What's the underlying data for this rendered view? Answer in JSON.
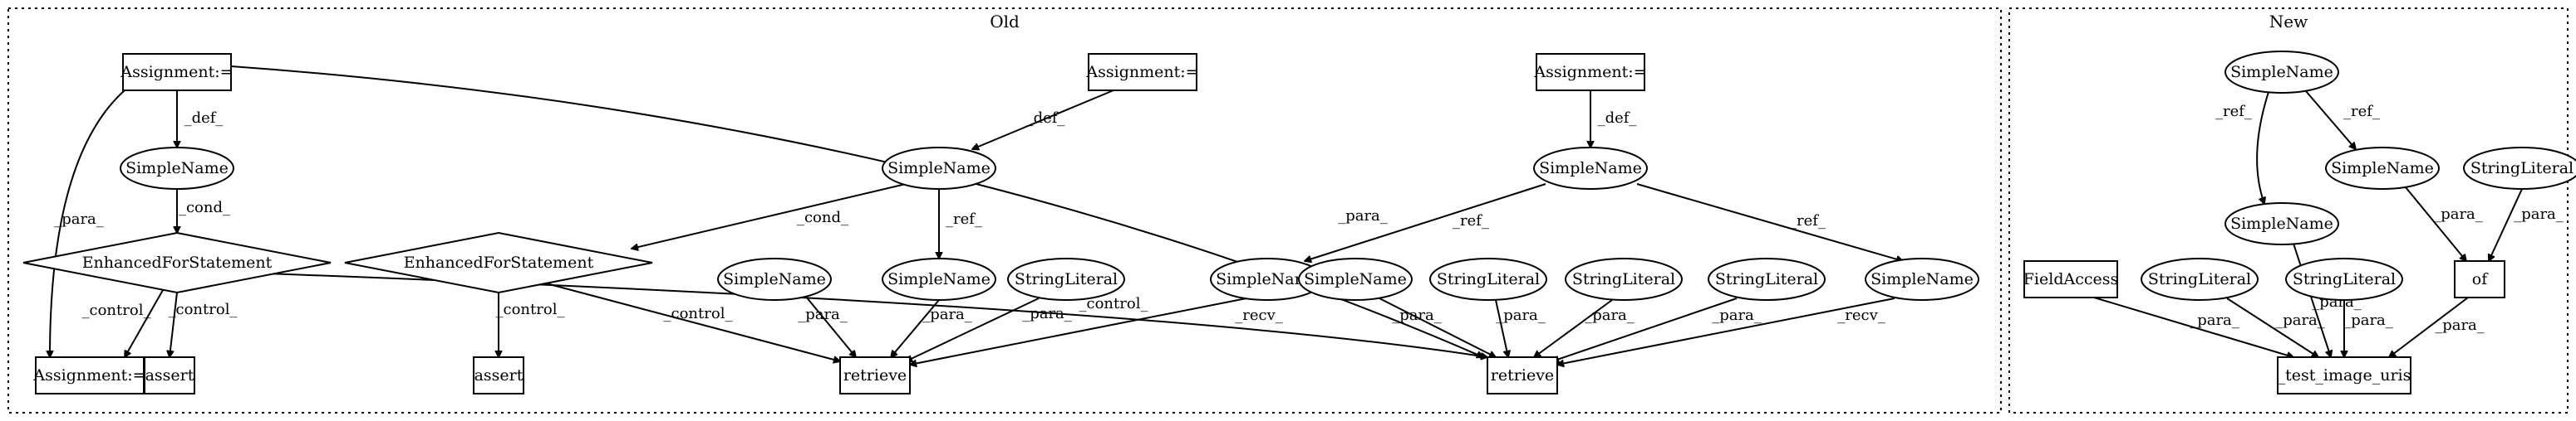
{
  "clusters": [
    {
      "id": "old",
      "label": "Old"
    },
    {
      "id": "new",
      "label": "New"
    }
  ],
  "nodes": [
    {
      "id": "o_assign1",
      "label": "Assignment:=",
      "shape": "box"
    },
    {
      "id": "o_assign2",
      "label": "Assignment:=",
      "shape": "box"
    },
    {
      "id": "o_assign3",
      "label": "Assignment:=",
      "shape": "box"
    },
    {
      "id": "o_sn_a",
      "label": "SimpleName",
      "shape": "ellipse"
    },
    {
      "id": "o_sn_b",
      "label": "SimpleName",
      "shape": "ellipse"
    },
    {
      "id": "o_sn_c",
      "label": "SimpleName",
      "shape": "ellipse"
    },
    {
      "id": "o_for1",
      "label": "EnhancedForStatement",
      "shape": "diamond"
    },
    {
      "id": "o_for2",
      "label": "EnhancedForStatement",
      "shape": "diamond"
    },
    {
      "id": "o_sn_d",
      "label": "SimpleName",
      "shape": "ellipse"
    },
    {
      "id": "o_sn_e",
      "label": "SimpleName",
      "shape": "ellipse"
    },
    {
      "id": "o_str1",
      "label": "StringLiteral",
      "shape": "ellipse"
    },
    {
      "id": "o_sn_f",
      "label": "SimpleName",
      "shape": "ellipse"
    },
    {
      "id": "o_sn_g",
      "label": "SimpleName",
      "shape": "ellipse"
    },
    {
      "id": "o_str2",
      "label": "StringLiteral",
      "shape": "ellipse"
    },
    {
      "id": "o_str3",
      "label": "StringLiteral",
      "shape": "ellipse"
    },
    {
      "id": "o_str4",
      "label": "StringLiteral",
      "shape": "ellipse"
    },
    {
      "id": "o_sn_h",
      "label": "SimpleName",
      "shape": "ellipse"
    },
    {
      "id": "o_assign4",
      "label": "Assignment:=",
      "shape": "box"
    },
    {
      "id": "o_assert1",
      "label": "assert",
      "shape": "box"
    },
    {
      "id": "o_assert2",
      "label": "assert",
      "shape": "box"
    },
    {
      "id": "o_retrieve1",
      "label": "retrieve",
      "shape": "box"
    },
    {
      "id": "o_retrieve2",
      "label": "retrieve",
      "shape": "box"
    },
    {
      "id": "n_sn_top",
      "label": "SimpleName",
      "shape": "ellipse"
    },
    {
      "id": "n_sn_mid",
      "label": "SimpleName",
      "shape": "ellipse"
    },
    {
      "id": "n_str_top",
      "label": "StringLiteral",
      "shape": "ellipse"
    },
    {
      "id": "n_sn_low",
      "label": "SimpleName",
      "shape": "ellipse"
    },
    {
      "id": "n_fieldaccess",
      "label": "FieldAccess",
      "shape": "box"
    },
    {
      "id": "n_str_a",
      "label": "StringLiteral",
      "shape": "ellipse"
    },
    {
      "id": "n_str_b",
      "label": "StringLiteral",
      "shape": "ellipse"
    },
    {
      "id": "n_of",
      "label": "of",
      "shape": "box"
    },
    {
      "id": "n_test",
      "label": "_test_image_uris",
      "shape": "box"
    }
  ],
  "edges": [
    {
      "from": "o_assign1",
      "to": "o_sn_a",
      "label": "_def_"
    },
    {
      "from": "o_assign1",
      "to": "o_assign4",
      "label": "_para_"
    },
    {
      "from": "o_assign1",
      "to": "o_retrieve2",
      "label": "_para_"
    },
    {
      "from": "o_sn_a",
      "to": "o_for1",
      "label": "_cond_"
    },
    {
      "from": "o_for1",
      "to": "o_assign4",
      "label": "_control_"
    },
    {
      "from": "o_for1",
      "to": "o_assert1",
      "label": "_control_"
    },
    {
      "from": "o_for1",
      "to": "o_retrieve2",
      "label": "_control_"
    },
    {
      "from": "o_assign2",
      "to": "o_sn_b",
      "label": "_def_"
    },
    {
      "from": "o_sn_b",
      "to": "o_for2",
      "label": "_cond_"
    },
    {
      "from": "o_sn_b",
      "to": "o_sn_e",
      "label": "_ref_"
    },
    {
      "from": "o_for2",
      "to": "o_assert2",
      "label": "_control_"
    },
    {
      "from": "o_for2",
      "to": "o_retrieve1",
      "label": "_control_"
    },
    {
      "from": "o_sn_d",
      "to": "o_retrieve1",
      "label": "_para_"
    },
    {
      "from": "o_sn_e",
      "to": "o_retrieve1",
      "label": "_para_"
    },
    {
      "from": "o_str1",
      "to": "o_retrieve1",
      "label": "_para_"
    },
    {
      "from": "o_assign3",
      "to": "o_sn_c",
      "label": "_def_"
    },
    {
      "from": "o_sn_c",
      "to": "o_sn_f",
      "label": "_ref_"
    },
    {
      "from": "o_sn_c",
      "to": "o_sn_h",
      "label": "_ref_"
    },
    {
      "from": "o_sn_f",
      "to": "o_retrieve1",
      "label": "_recv_"
    },
    {
      "from": "o_sn_g",
      "to": "o_retrieve2",
      "label": "_para_"
    },
    {
      "from": "o_str2",
      "to": "o_retrieve2",
      "label": "_para_"
    },
    {
      "from": "o_str3",
      "to": "o_retrieve2",
      "label": "_para_"
    },
    {
      "from": "o_str4",
      "to": "o_retrieve2",
      "label": "_para_"
    },
    {
      "from": "o_sn_h",
      "to": "o_retrieve2",
      "label": "_recv_"
    },
    {
      "from": "n_sn_top",
      "to": "n_sn_mid",
      "label": "_ref_"
    },
    {
      "from": "n_sn_top",
      "to": "n_sn_low",
      "label": "_ref_"
    },
    {
      "from": "n_sn_mid",
      "to": "n_of",
      "label": "_para_"
    },
    {
      "from": "n_str_top",
      "to": "n_of",
      "label": "_para_"
    },
    {
      "from": "n_sn_low",
      "to": "n_test",
      "label": "_para_"
    },
    {
      "from": "n_fieldaccess",
      "to": "n_test",
      "label": "_para_"
    },
    {
      "from": "n_str_a",
      "to": "n_test",
      "label": "_para_"
    },
    {
      "from": "n_str_b",
      "to": "n_test",
      "label": "_para_"
    },
    {
      "from": "n_of",
      "to": "n_test",
      "label": "_para_"
    }
  ]
}
